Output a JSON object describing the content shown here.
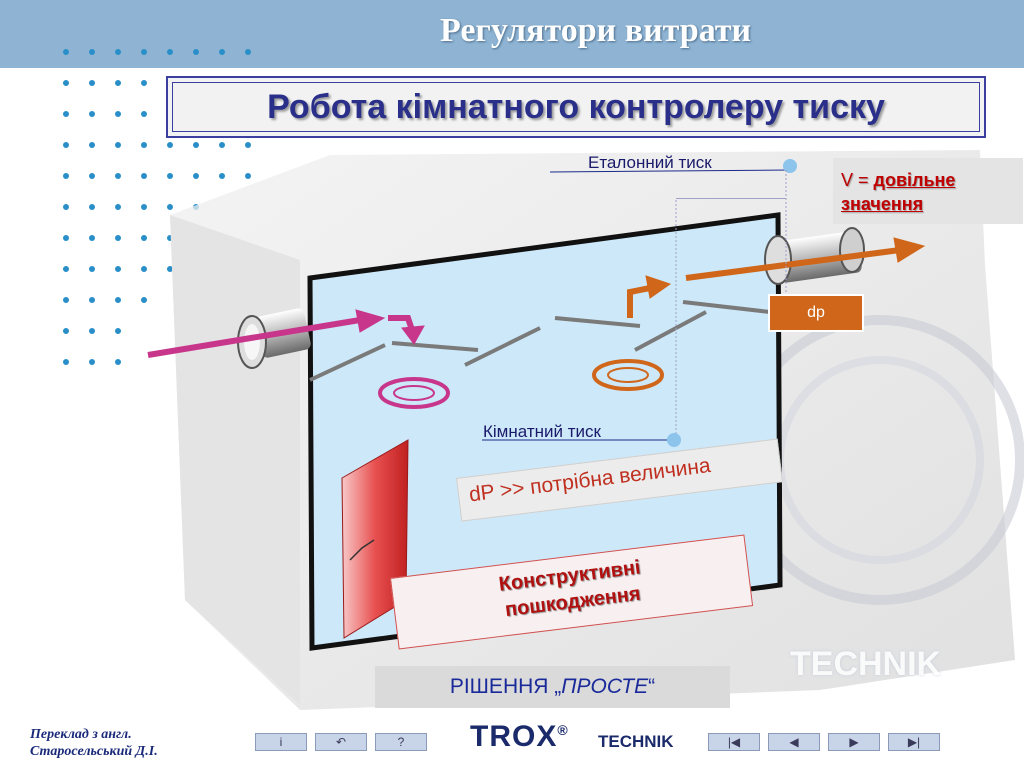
{
  "header": {
    "title": "Регулятори витрати"
  },
  "subtitle": "Робота кімнатного контролеру  тиску",
  "labels": {
    "reference": "Еталонний тиск",
    "room": "Кімнатний тиск"
  },
  "v_box": {
    "prefix": "V = ",
    "value_line1": "довільне",
    "value_line2": "значення"
  },
  "dp": "dp",
  "dp_note": "dP >> потрібна величина",
  "damage": {
    "line1": "Конструктивні",
    "line2": "пошкодження"
  },
  "solution": {
    "prefix": "РІШЕННЯ „",
    "emph": "ПРОСТЕ",
    "suffix": "“"
  },
  "credit": {
    "line1": "Переклад з англ.",
    "line2": "Старосельський Д.І."
  },
  "nav": {
    "info": "i",
    "back": "↶",
    "help": "?",
    "first": "|◀",
    "prev": "◀",
    "next": "▶",
    "last": "▶|"
  },
  "brand": {
    "trox": "TROX",
    "reg": "®",
    "technik": "TECHNIK",
    "bg_technik": "TECHNIK"
  },
  "colors": {
    "header": "#8fb4d3",
    "accent_magenta": "#c8368c",
    "accent_orange": "#d0661a",
    "room_fill": "#cde8f8",
    "title_blue": "#2a2f8a"
  },
  "icons": [
    "info-icon",
    "undo-icon",
    "help-icon",
    "first-icon",
    "prev-icon",
    "next-icon",
    "last-icon"
  ]
}
